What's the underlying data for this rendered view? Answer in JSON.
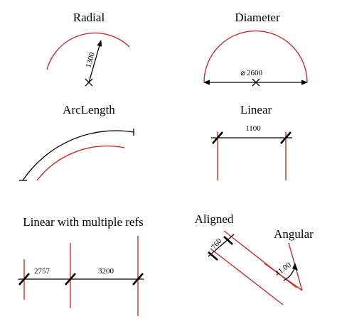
{
  "panels": {
    "radial": {
      "title": "Radial",
      "value": "1300"
    },
    "diameter": {
      "title": "Diameter",
      "value": "2600",
      "prefix": "⌀"
    },
    "arclength": {
      "title": "ArcLength"
    },
    "linear": {
      "title": "Linear",
      "value": "1100"
    },
    "linear_multi": {
      "title": "Linear with multiple refs",
      "values": [
        "2757",
        "3200"
      ]
    },
    "aligned": {
      "title": "Aligned",
      "value": "760"
    },
    "angular": {
      "title": "Angular",
      "value": "41.00"
    }
  },
  "colors": {
    "reference": "#d22b2b",
    "dimension": "#000000"
  }
}
